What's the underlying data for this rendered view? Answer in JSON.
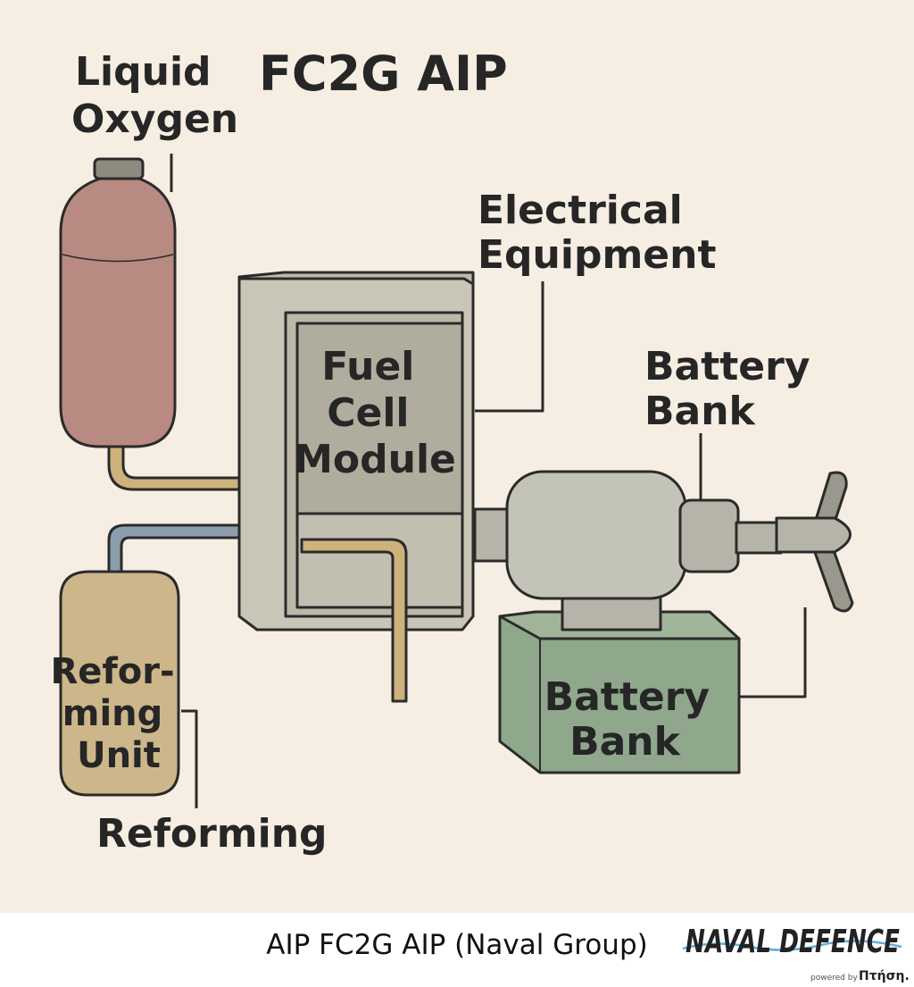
{
  "diagram": {
    "title": "FC2G AIP",
    "labels": {
      "liquid_oxygen": [
        "Liquid",
        "Oxygen"
      ],
      "electrical_equipment": [
        "Electrical",
        "Equipment"
      ],
      "fuel_cell_module": [
        "Fuel",
        "Cell",
        "Module"
      ],
      "battery_bank_top": [
        "Battery",
        "Bank"
      ],
      "battery_bank_box": [
        "Battery",
        "Bank"
      ],
      "reforming_unit": [
        "Refor-",
        "ming",
        "Unit"
      ],
      "reforming": "Reforming"
    },
    "colors": {
      "background": "#f6eee2",
      "oxygen_tank": "#b98a82",
      "reforming_unit": "#cdb68a",
      "fuel_cell": "#c9c6b8",
      "battery": "#8fa88c",
      "motor": "#c4c3b8",
      "pipe_tan": "#cdb27c",
      "pipe_blue": "#8c9eae"
    }
  },
  "caption": "AIP FC2G AIP (Naval Group)",
  "logo": {
    "name": "NAVAL DEFENCE",
    "powered_by": "powered by",
    "brand": "Πτήση."
  }
}
